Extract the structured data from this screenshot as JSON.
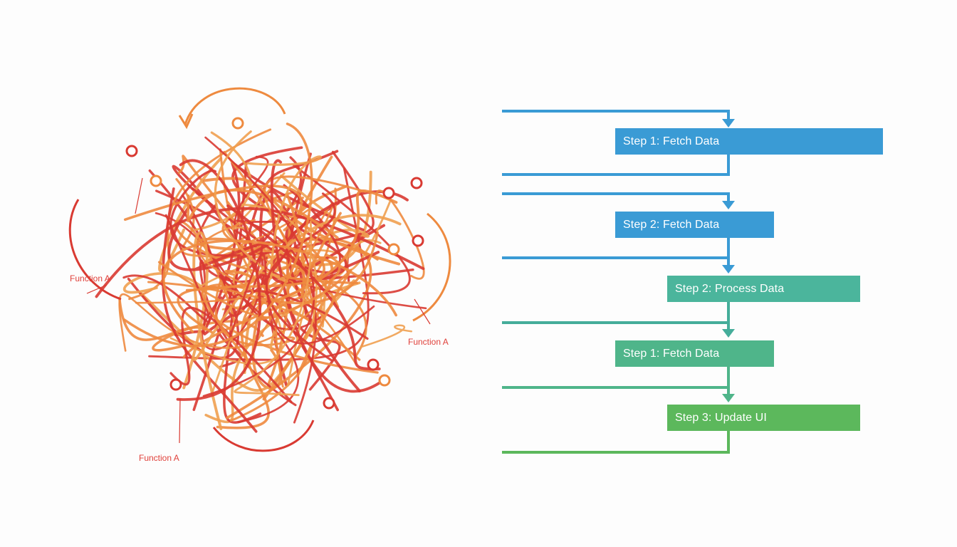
{
  "tangle": {
    "labels": [
      "Function A",
      "Function A",
      "Function A"
    ],
    "colors": {
      "red": "#d93a32",
      "orange": "#ee8a3f",
      "light_orange": "#f0a050"
    }
  },
  "flow": {
    "steps": [
      {
        "label": "Step 1: Fetch Data",
        "color": "#3a9bd5"
      },
      {
        "label": "Step 2: Fetch Data",
        "color": "#3a9bd5"
      },
      {
        "label": "Step 2: Process Data",
        "color": "#4bb59c"
      },
      {
        "label": "Step 1: Fetch Data",
        "color": "#4fb58a"
      },
      {
        "label": "Step 3: Update UI",
        "color": "#5cb85c"
      }
    ],
    "connector_colors": [
      "#3a9bd5",
      "#3a9bd5",
      "#3a9bd5",
      "#45ad9a",
      "#4fb58a",
      "#5cb85c"
    ]
  }
}
